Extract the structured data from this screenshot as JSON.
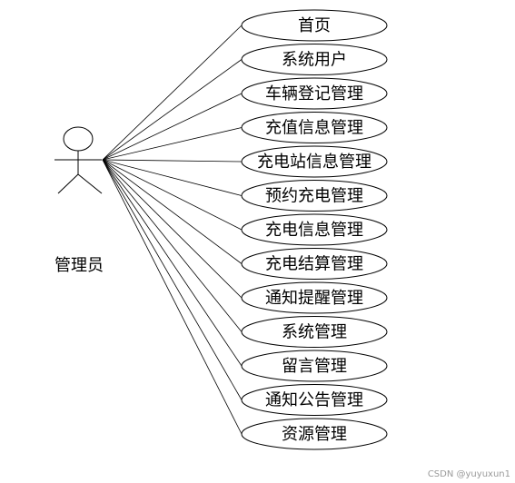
{
  "actor": {
    "label": "管理员"
  },
  "use_cases": [
    "首页",
    "系统用户",
    "车辆登记管理",
    "充值信息管理",
    "充电站信息管理",
    "预约充电管理",
    "充电信息管理",
    "充电结算管理",
    "通知提醒管理",
    "系统管理",
    "留言管理",
    "通知公告管理",
    "资源管理"
  ],
  "watermark": "CSDN @yuyuxun1"
}
